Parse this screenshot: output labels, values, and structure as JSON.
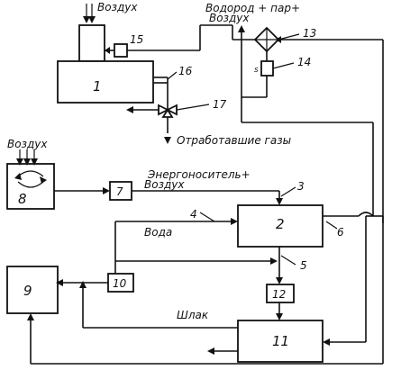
{
  "labels": {
    "air_top": "Воздух",
    "hydrogen_steam_air_line1": "Водород + пар+",
    "hydrogen_steam_air_line2": "Воздух",
    "exhaust_gases": "Отработавшие газы",
    "air_left": "Воздух",
    "energy_carrier_line1": "Энергоноситель+",
    "energy_carrier_line2": "Воздух",
    "water": "Вода",
    "slag": "Шлак"
  },
  "blocks": {
    "b1": "1",
    "b2": "2",
    "b7": "7",
    "b8": "8",
    "b9": "9",
    "b10": "10",
    "b11": "11",
    "b12": "12"
  },
  "refs": {
    "r3": "3",
    "r4": "4",
    "r5": "5",
    "r6": "6",
    "r13": "13",
    "r14": "14",
    "r15": "15",
    "r16": "16",
    "r17": "17"
  }
}
